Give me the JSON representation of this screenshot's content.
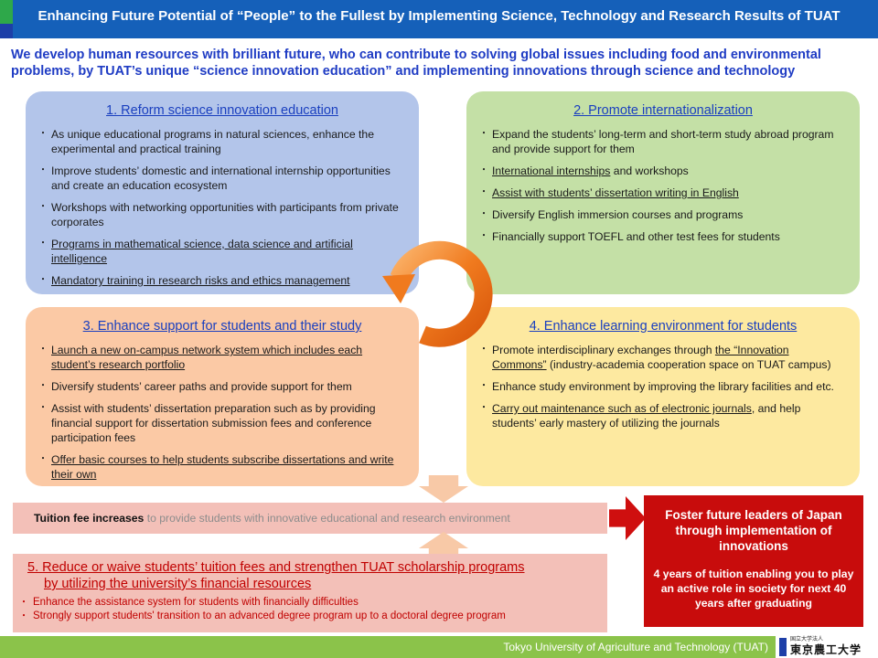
{
  "header": {
    "title": "Enhancing Future Potential of “People” to the Fullest by Implementing Science, Technology and Research Results of TUAT"
  },
  "intro": {
    "text": "We develop human resources with brilliant future, who can contribute to solving global issues including food and environmental problems, by TUAT’s unique “science innovation education” and implementing innovations through science and technology"
  },
  "panel1": {
    "title": "1. Reform science innovation education",
    "items": [
      "As unique educational programs in natural sciences, enhance the experimental and practical training",
      "Improve students’ domestic and international internship opportunities and create an education ecosystem",
      "Workshops with networking opportunities with participants from private corporates",
      "Programs in mathematical science, data science and artificial intelligence",
      "Mandatory training in research risks and ethics management"
    ]
  },
  "panel2": {
    "title": "2. Promote internationalization",
    "items": [
      "Expand the students’ long-term and short-term study abroad program and provide support for them",
      "International internships",
      " and workshops",
      "Assist with students’ dissertation writing in English",
      "Diversify English immersion courses and programs",
      "Financially support TOEFL and other test fees for students"
    ]
  },
  "panel3": {
    "title": "3. Enhance support for students and their study",
    "items": [
      "Launch a new on-campus network system which includes each student’s research portfolio",
      "Diversify students’ career paths and provide support for them",
      "Assist with students’ dissertation preparation such as by providing financial support for dissertation submission fees and conference participation fees",
      "Offer basic courses to help students subscribe dissertations and write their own"
    ]
  },
  "panel4": {
    "title": "4. Enhance learning environment for students",
    "items": [
      "Promote interdisciplinary exchanges through ",
      "the “Innovation Commons”",
      " (industry-academia cooperation space on TUAT campus)",
      "Enhance study environment by improving the library facilities and etc.",
      "Carry out maintenance such as of electronic journals",
      ", and help students’ early mastery of utilizing the journals"
    ]
  },
  "tuition": {
    "bold": "Tuition fee increases",
    "rest": " to provide students with innovative educational and research environment"
  },
  "leaders": {
    "title": "Foster future leaders of Japan through implementation of innovations",
    "text": "4 years of tuition enabling you to play an active role in society for next 40 years after graduating"
  },
  "reduce": {
    "title_line1": "5. Reduce or waive students’ tuition fees and strengthen TUAT scholarship programs",
    "title_line2": "by utilizing the university’s financial resources",
    "items": [
      "Enhance the assistance system for students with financially  difficulties",
      "Strongly support students' transition to an advanced degree program up to a doctoral degree program"
    ]
  },
  "footer": {
    "text": "Tokyo University of Agriculture and Technology (TUAT)"
  },
  "logo": {
    "sub": "国立大学法人",
    "main": "東京農工大学"
  },
  "colors": {
    "header": "#1560b9",
    "panel1": "#b3c5ea",
    "panel2": "#c4e0a6",
    "panel3": "#fbc9a5",
    "panel4": "#fde9a0",
    "accent_red": "#c80c0c",
    "cycle_orange": "#f07a1e"
  },
  "icons": [
    "cycle-arrow-icon",
    "down-arrow-icon",
    "up-arrow-icon",
    "right-arrow-icon",
    "tuat-logo-icon"
  ]
}
